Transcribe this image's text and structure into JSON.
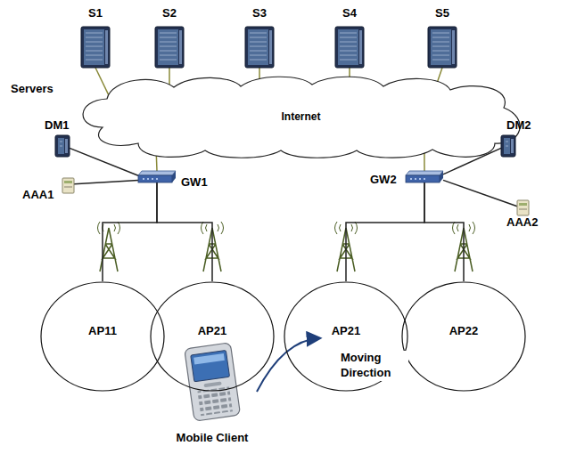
{
  "diagram": {
    "nodes": [
      {
        "text": [
          "S1"
        ]
      },
      {
        "text": [
          "S2"
        ]
      },
      {
        "text": [
          "S3"
        ]
      },
      {
        "text": [
          "S4"
        ]
      },
      {
        "text": [
          "S5"
        ]
      },
      {
        "text": [
          "Internet"
        ]
      },
      {
        "text": [
          "DM1"
        ]
      },
      {
        "text": [
          "AAA1"
        ]
      },
      {
        "text": [
          "GW1"
        ]
      },
      {
        "text": [
          "GW2"
        ]
      },
      {
        "text": [
          "DM2"
        ]
      },
      {
        "text": [
          "AAA2"
        ]
      },
      {
        "text": [
          "AP11"
        ]
      },
      {
        "text": [
          "AP21"
        ]
      },
      {
        "text": [
          "AP21"
        ]
      },
      {
        "text": [
          "AP22"
        ]
      }
    ],
    "edges": [
      {
        "from": 0,
        "to": 5,
        "arrow": "none"
      },
      {
        "from": 1,
        "to": 5,
        "arrow": "none"
      },
      {
        "from": 2,
        "to": 5,
        "arrow": "none"
      },
      {
        "from": 3,
        "to": 5,
        "arrow": "none"
      },
      {
        "from": 4,
        "to": 5,
        "arrow": "none"
      },
      {
        "from": 5,
        "to": 8,
        "arrow": "none"
      },
      {
        "from": 5,
        "to": 9,
        "arrow": "none"
      },
      {
        "from": 6,
        "to": 8,
        "arrow": "none"
      },
      {
        "from": 7,
        "to": 8,
        "arrow": "none"
      },
      {
        "from": 9,
        "to": 10,
        "arrow": "none"
      },
      {
        "from": 9,
        "to": 11,
        "arrow": "none"
      },
      {
        "from": 8,
        "to": 12,
        "arrow": "none"
      },
      {
        "from": 8,
        "to": 13,
        "arrow": "none"
      },
      {
        "from": 9,
        "to": 14,
        "arrow": "none"
      },
      {
        "from": 9,
        "to": 15,
        "arrow": "none"
      }
    ],
    "labels": [
      "Servers",
      "Mobile Client",
      "Moving Direction"
    ]
  }
}
